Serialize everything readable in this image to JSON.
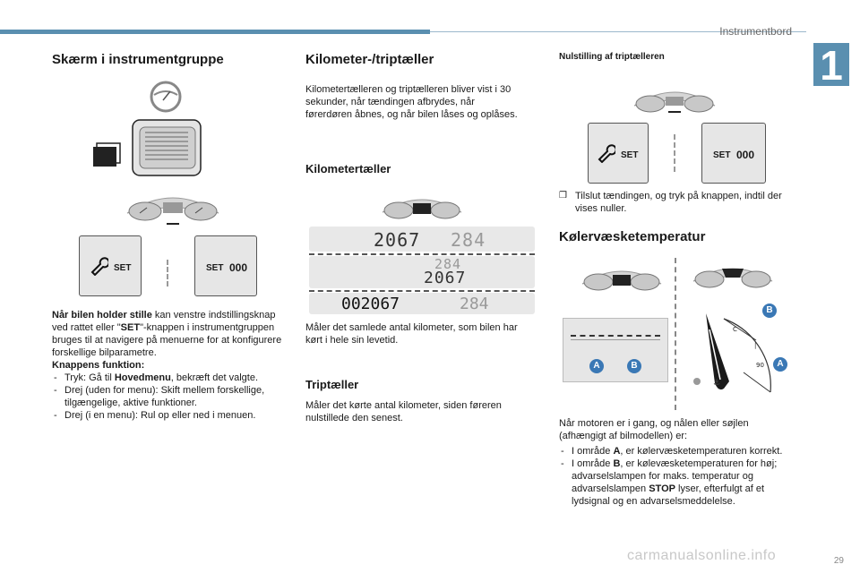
{
  "header": {
    "chapter_label": "Instrumentbord",
    "chapter_number": "1"
  },
  "col1": {
    "title": "Skærm i instrumentgruppe",
    "set_label": "SET",
    "set_000_label": "SET",
    "zeros": "000",
    "para1_bold": "Når bilen holder stille",
    "para1_a": " kan venstre indstillingsknap ved rattet eller \"",
    "para1_set": "SET",
    "para1_b": "\"-knappen i instrumentgruppen bruges til at navigere på menuerne for at konfigurere forskellige bilparametre.",
    "func_title": "Knappens funktion:",
    "items": [
      {
        "pre": "Tryk: Gå til ",
        "bold": "Hovedmenu",
        "post": ", bekræft det valgte."
      },
      {
        "pre": "Drej (uden for menu): Skift mellem forskellige, tilgængelige, aktive funktioner.",
        "bold": "",
        "post": ""
      },
      {
        "pre": "Drej (i en menu): Rul op eller ned i menuen.",
        "bold": "",
        "post": ""
      }
    ]
  },
  "col2": {
    "title": "Kilometer-/triptæller",
    "intro": "Kilometertælleren og triptælleren bliver vist i 30 sekunder, når tændingen afbrydes, når førerdøren åbnes, og når bilen låses og oplåses.",
    "odo_title": "Kilometertæller",
    "display1_a": "2067",
    "display1_b": "284",
    "display2_a": "284",
    "display2_b": "2067",
    "display3_a": "002067",
    "display3_b": "284",
    "odo_text": "Måler det samlede antal kilometer, som bilen har kørt i hele sin levetid.",
    "trip_title": "Triptæller",
    "trip_text": "Måler det kørte antal kilometer, siden føreren nulstillede den senest."
  },
  "col3": {
    "reset_title": "Nulstilling af triptælleren",
    "set_label": "SET",
    "set_000_label": "SET",
    "zeros": "000",
    "reset_text": "Tilslut tændingen, og tryk på knappen, indtil der vises nuller.",
    "reset_bullet": "❒",
    "temp_title": "Kølervæsketemperatur",
    "label_a": "A",
    "label_b": "B",
    "temp_intro": "Når motoren er i gang, og nålen eller søjlen (afhængigt af bilmodellen) er:",
    "items": [
      {
        "pre": "I område ",
        "bold": "A",
        "post": ", er kølervæsketemperaturen korrekt."
      },
      {
        "pre": "I område ",
        "bold": "B",
        "post": ", er kølevæsketemperaturen for høj; advarselslampen for maks. temperatur og advarselslampen ",
        "bold2": "STOP",
        "post2": " lyser, efterfulgt af et lydsignal og en advarselsmeddelelse."
      }
    ]
  },
  "footer": {
    "page": "29",
    "watermark": "carmanualsonline.info"
  },
  "colors": {
    "accent": "#5a8fb0",
    "callout": "#3a78b5"
  }
}
